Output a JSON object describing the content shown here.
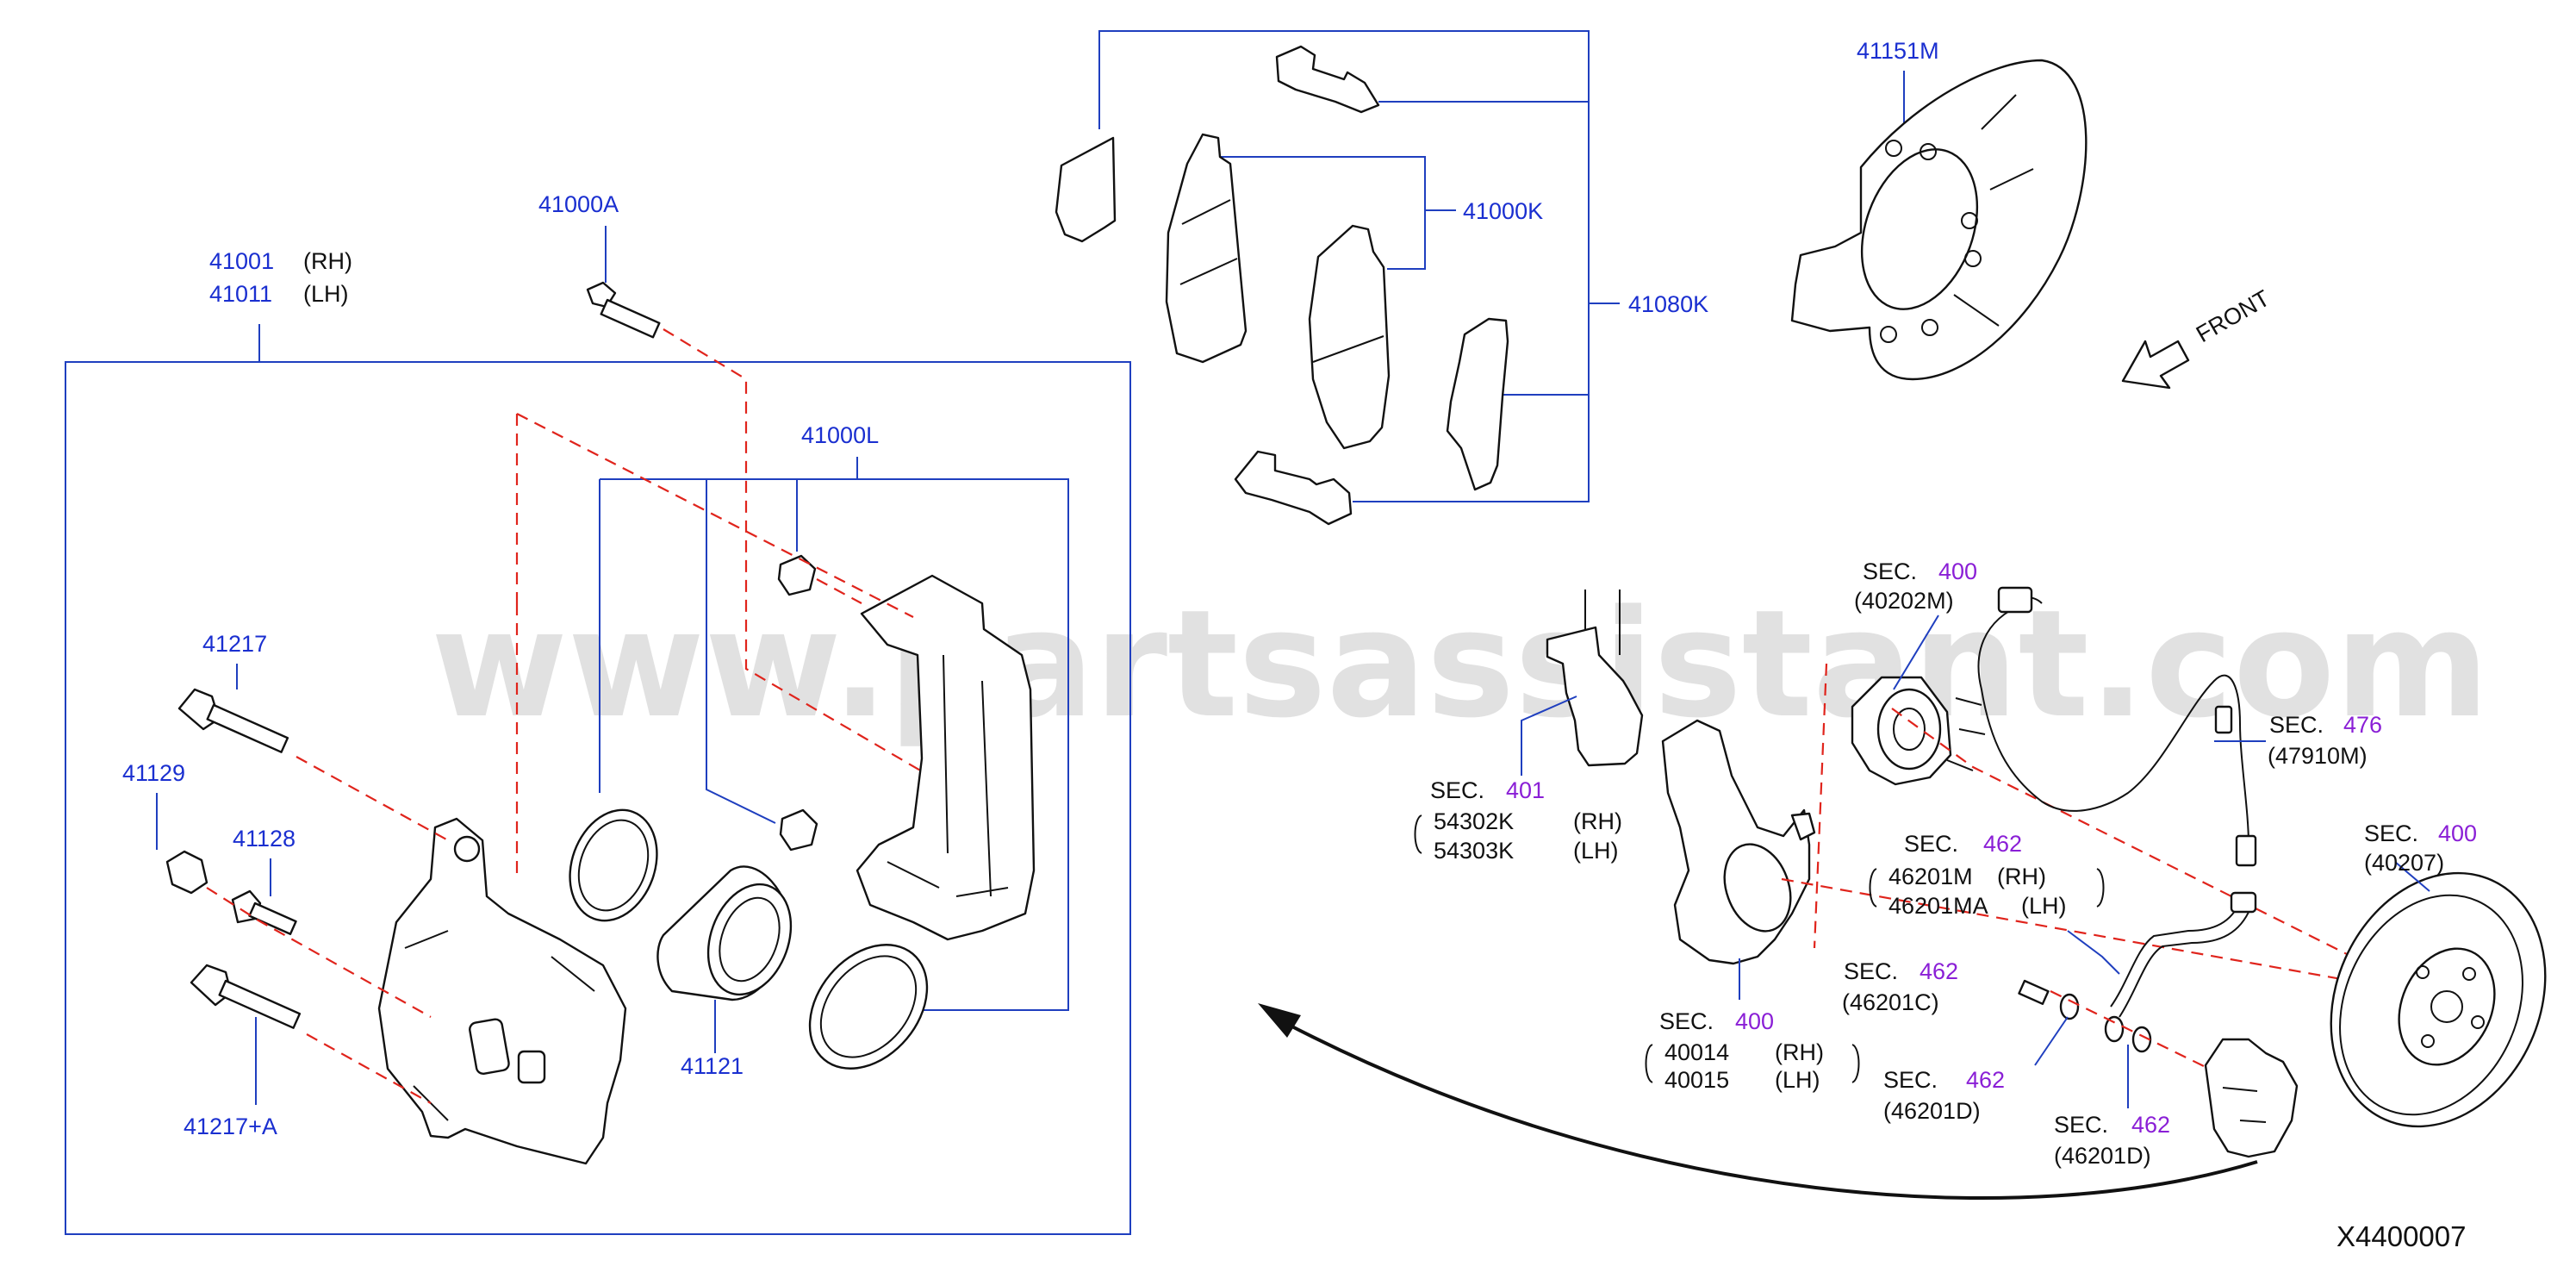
{
  "watermark": "www.partsassistant.com",
  "diagram_code": "X4400007",
  "front_label": "FRONT",
  "left_group": {
    "caliper_assy": {
      "pn_rh": "41001",
      "side_rh": "(RH)",
      "pn_lh": "41011",
      "side_lh": "(LH)"
    },
    "bolt_top": "41000A",
    "seal_kit": "41000L",
    "pin_upper": "41217",
    "bleeder_cap": "41129",
    "bleeder_screw": "41128",
    "piston": "41121",
    "pin_lower": "41217+A"
  },
  "pads_group": {
    "pad_kit": "41000K",
    "pad_hardware": "41080K",
    "backing_plate": "41151M"
  },
  "sections": [
    {
      "id": "sec-401",
      "prefix": "SEC.",
      "num": "401",
      "lines": [
        [
          "54302K",
          "(RH)"
        ],
        [
          "54303K",
          "(LH)"
        ]
      ]
    },
    {
      "id": "sec-400-hub",
      "prefix": "SEC.",
      "num": "400",
      "lines": [
        [
          "(40202M)",
          ""
        ]
      ]
    },
    {
      "id": "sec-476",
      "prefix": "SEC.",
      "num": "476",
      "lines": [
        [
          "(47910M)",
          ""
        ]
      ]
    },
    {
      "id": "sec-462-hose",
      "prefix": "SEC.",
      "num": "462",
      "lines": [
        [
          "46201M",
          "(RH)"
        ],
        [
          "46201MA",
          "(LH)"
        ]
      ]
    },
    {
      "id": "sec-400-rotor",
      "prefix": "SEC.",
      "num": "400",
      "lines": [
        [
          "(40207)",
          ""
        ]
      ]
    },
    {
      "id": "sec-462-bolt",
      "prefix": "SEC.",
      "num": "462",
      "lines": [
        [
          "(46201C)",
          ""
        ]
      ]
    },
    {
      "id": "sec-400-knuckle",
      "prefix": "SEC.",
      "num": "400",
      "lines": [
        [
          "40014",
          "(RH)"
        ],
        [
          "40015",
          "(LH)"
        ]
      ]
    },
    {
      "id": "sec-462-washer1",
      "prefix": "SEC.",
      "num": "462",
      "lines": [
        [
          "(46201D)",
          ""
        ]
      ]
    },
    {
      "id": "sec-462-washer2",
      "prefix": "SEC.",
      "num": "462",
      "lines": [
        [
          "(46201D)",
          ""
        ]
      ]
    }
  ],
  "colors": {
    "part_number": "#1a2fd0",
    "section_number": "#8a1fd6",
    "leader": "#1f3fbf",
    "dashed_axis": "#e0241c",
    "outline": "#111111"
  }
}
